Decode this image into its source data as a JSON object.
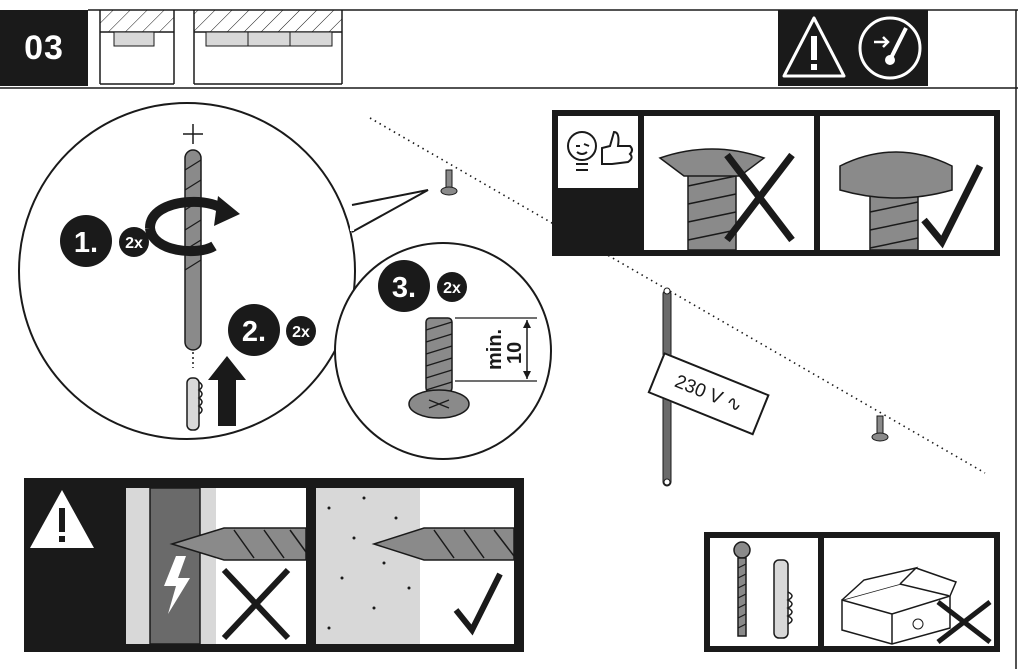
{
  "step": {
    "number": "03"
  },
  "substeps": [
    {
      "number": "1.",
      "multiplier": "2x"
    },
    {
      "number": "2.",
      "multiplier": "2x"
    },
    {
      "number": "3.",
      "multiplier": "2x"
    }
  ],
  "screw_depth": {
    "label": "min.",
    "value": "10"
  },
  "cable_tag": {
    "text": "230 V ∿"
  },
  "icons": [
    "warning-icon",
    "power-off-switch-icon",
    "tip-bulb-thumbs-up-icon",
    "cross-icon",
    "check-icon",
    "lightning-icon"
  ],
  "colors": {
    "ink": "#1a1a1a",
    "grey": "#8a8a8a",
    "light_grey": "#d8d8d8"
  }
}
